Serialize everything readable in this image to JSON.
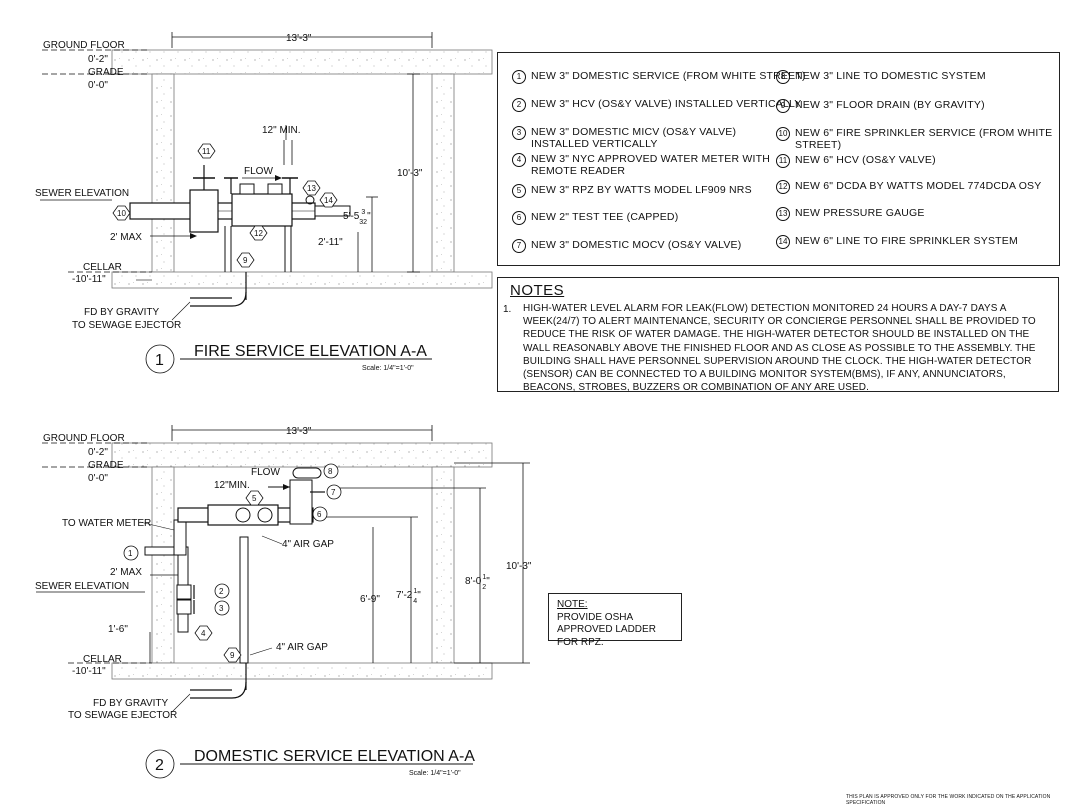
{
  "legend": [
    {
      "num": "1",
      "text": "NEW 3\" DOMESTIC SERVICE (FROM WHITE STREET)"
    },
    {
      "num": "2",
      "text": "NEW 3\" HCV (OS&Y VALVE) INSTALLED VERTICALLY"
    },
    {
      "num": "3",
      "text": "NEW 3\" DOMESTIC MICV (OS&Y VALVE)\nINSTALLED VERTICALLY"
    },
    {
      "num": "4",
      "text": "NEW 3\" NYC APPROVED WATER METER WITH\nREMOTE READER"
    },
    {
      "num": "5",
      "text": "NEW 3\" RPZ BY WATTS MODEL LF909 NRS"
    },
    {
      "num": "6",
      "text": "NEW 2\" TEST TEE (CAPPED)"
    },
    {
      "num": "7",
      "text": "NEW 3\" DOMESTIC MOCV (OS&Y VALVE)"
    },
    {
      "num": "8",
      "text": "NEW 3\" LINE TO DOMESTIC SYSTEM"
    },
    {
      "num": "9",
      "text": "NEW 3\" FLOOR DRAIN (BY GRAVITY)"
    },
    {
      "num": "10",
      "text": "NEW 6\" FIRE SPRINKLER SERVICE (FROM WHITE STREET)"
    },
    {
      "num": "11",
      "text": "NEW 6\" HCV (OS&Y VALVE)"
    },
    {
      "num": "12",
      "text": "NEW 6\" DCDA BY WATTS MODEL 774DCDA OSY"
    },
    {
      "num": "13",
      "text": "NEW PRESSURE GAUGE"
    },
    {
      "num": "14",
      "text": "NEW 6\" LINE TO FIRE SPRINKLER SYSTEM"
    }
  ],
  "notes": {
    "title": "NOTES",
    "item_num": "1.",
    "item_text": "HIGH-WATER LEVEL ALARM FOR LEAK(FLOW) DETECTION MONITORED 24 HOURS A DAY-7 DAYS A WEEK(24/7) TO ALERT MAINTENANCE, SECURITY OR CONCIERGE PERSONNEL SHALL BE PROVIDED TO REDUCE THE RISK OF WATER DAMAGE. THE HIGH-WATER DETECTOR SHOULD BE INSTALLED ON THE WALL REASONABLY ABOVE THE FINISHED FLOOR AND AS CLOSE AS POSSIBLE TO THE ASSEMBLY. THE BUILDING SHALL HAVE PERSONNEL SUPERVISION AROUND THE CLOCK. THE HIGH-WATER DETECTOR (SENSOR) CAN BE CONNECTED TO A BUILDING MONITOR SYSTEM(BMS), IF ANY, ANNUNCIATORS, BEACONS, STROBES, BUZZERS OR COMBINATION OF ANY ARE USED."
  },
  "small_note": {
    "heading": "NOTE:",
    "text": "PROVIDE OSHA APPROVED LADDER FOR RPZ."
  },
  "elev1": {
    "number": "1",
    "title": "FIRE SERVICE ELEVATION A-A",
    "scale": "Scale: 1/4\"=1'-0\"",
    "ground_floor": "GROUND FLOOR",
    "ground_floor_elev": "0'-2\"",
    "grade": "GRADE",
    "grade_elev": "0'-0\"",
    "sewer": "SEWER ELEVATION",
    "cellar": "CELLAR",
    "cellar_elev": "-10'-11\"",
    "fd1": "FD BY GRAVITY",
    "fd2": "TO SEWAGE EJECTOR",
    "width_dim": "13'-3\"",
    "height_dim": "10'-3\"",
    "min": "12\" MIN.",
    "flow": "FLOW",
    "max": "2' MAX",
    "dim_a_whole": "5'-5",
    "dim_a_num": "3",
    "dim_a_den": "32",
    "dim_a_end": "\"",
    "dim_b": "2'-11\"",
    "tags": {
      "t10": "10",
      "t11": "11",
      "t12": "12",
      "t13": "13",
      "t14": "14",
      "t9": "9"
    }
  },
  "elev2": {
    "number": "2",
    "title": "DOMESTIC SERVICE ELEVATION A-A",
    "scale": "Scale: 1/4\"=1'-0\"",
    "ground_floor": "GROUND FLOOR",
    "ground_floor_elev": "0'-2\"",
    "grade": "GRADE",
    "grade_elev": "0'-0\"",
    "sewer": "SEWER ELEVATION",
    "cellar": "CELLAR",
    "cellar_elev": "-10'-11\"",
    "fd1": "FD BY GRAVITY",
    "fd2": "TO SEWAGE EJECTOR",
    "width_dim": "13'-3\"",
    "height_dim": "10'-3\"",
    "min": "12\"MIN.",
    "flow": "FLOW",
    "max": "2' MAX",
    "to_meter": "TO WATER METER",
    "air_gap1": "4\" AIR GAP",
    "air_gap2": "4\" AIR GAP",
    "dim_16": "1'-6\"",
    "dim_69": "6'-9\"",
    "dim_72_whole": "7'-2",
    "dim_72_num": "1",
    "dim_72_den": "4",
    "dim_72_end": "\"",
    "dim_80_whole": "8'-0",
    "dim_80_num": "1",
    "dim_80_den": "2",
    "dim_80_end": "\"",
    "tags": {
      "t1": "1",
      "t2": "2",
      "t3": "3",
      "t4": "4",
      "t5": "5",
      "t6": "6",
      "t7": "7",
      "t8": "8",
      "t9": "9"
    }
  },
  "footer": "THIS PLAN IS APPROVED ONLY FOR THE WORK INDICATED ON THE APPLICATION SPECIFICATION"
}
